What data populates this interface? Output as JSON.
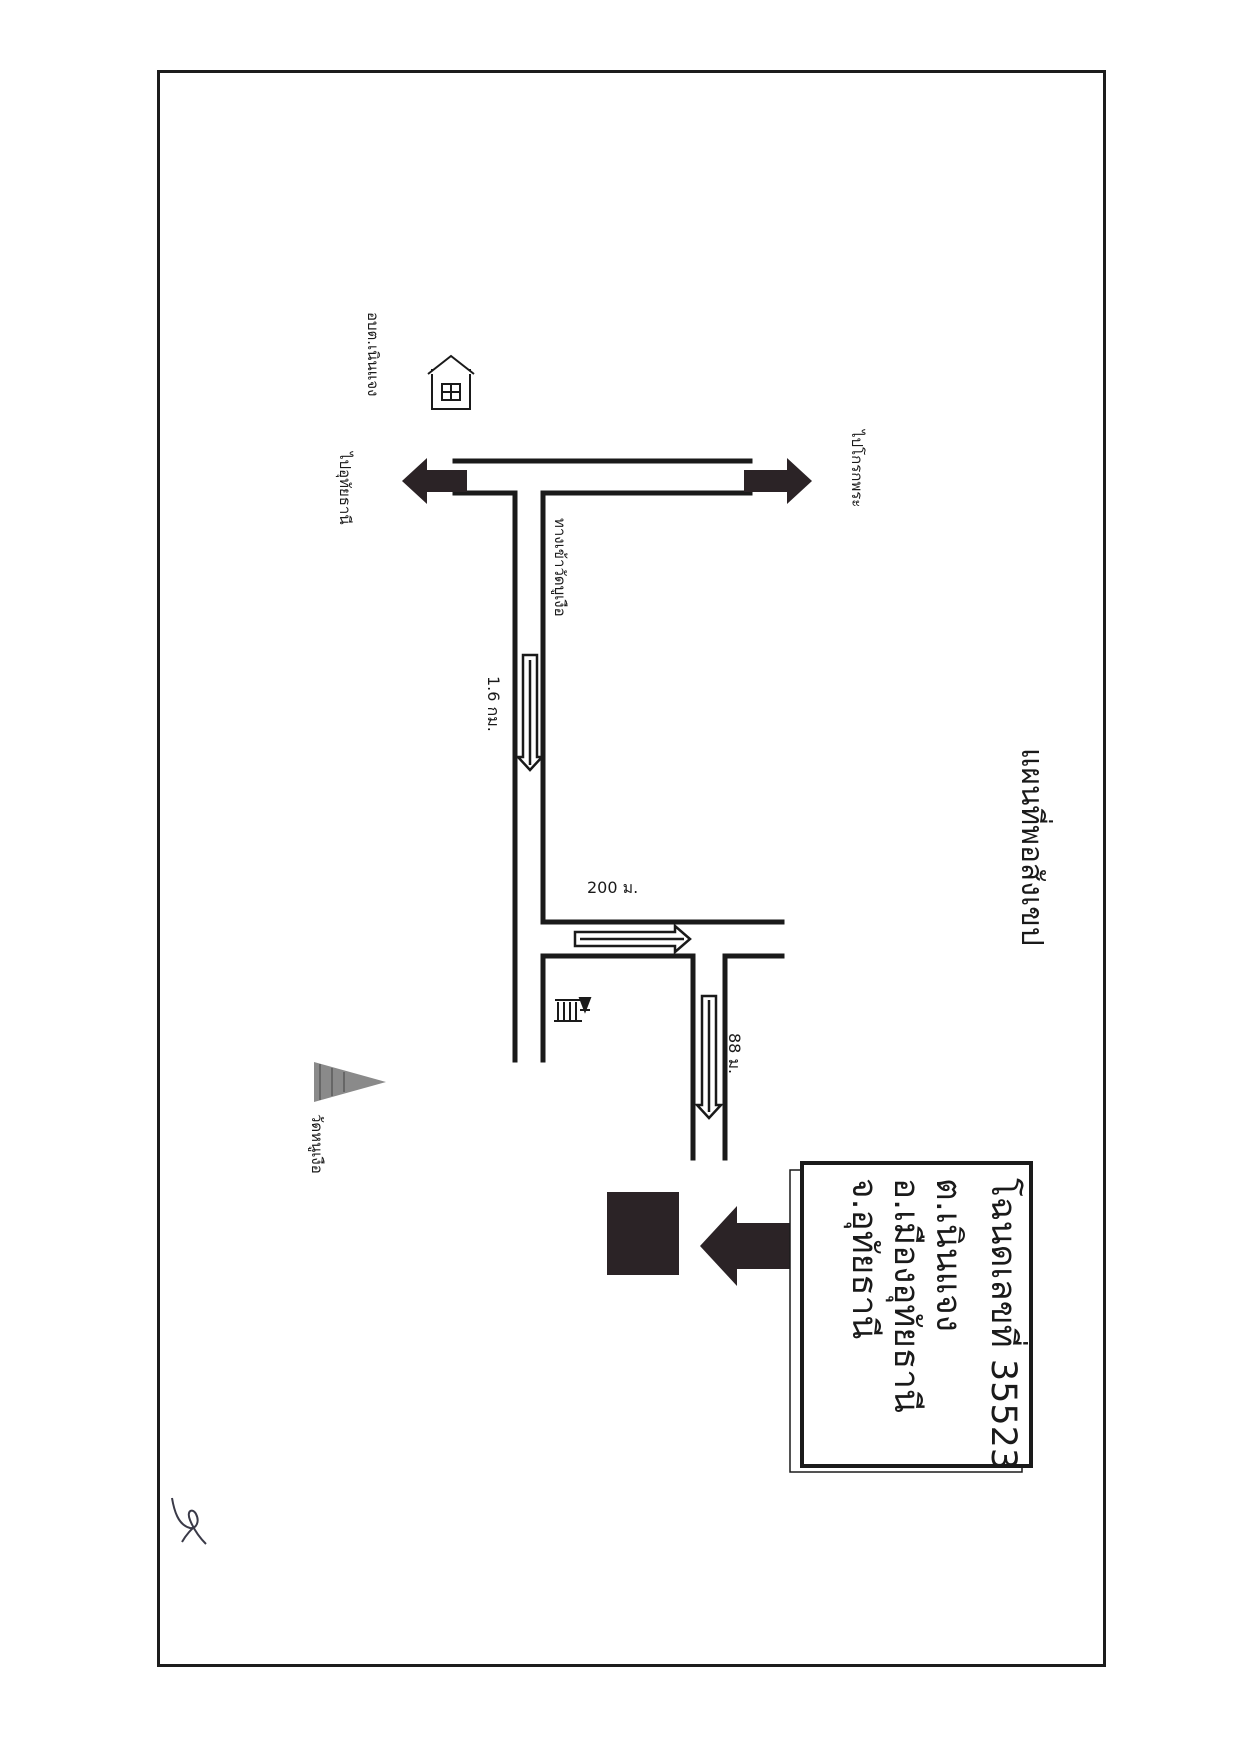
{
  "map": {
    "title": "แผนที่พอสังเขป",
    "destination_box": {
      "lines": [
        "โฉนดเลขที่ 35523",
        "ต.เนินแจง",
        "อ.เมืองอุทัยธานี",
        "จ.อุทัยธานี"
      ]
    },
    "labels": {
      "to_uthai": "ไปอุทัยธานี",
      "to_korakphra": "ไปโกรกพระ",
      "obt": "อบต.เนินแจง",
      "to_wat": "ทางเข้าวัดบูเงือ",
      "wat": "วัดหนูเงือ"
    },
    "distances": {
      "road_1": "1.6 กม.",
      "road_2": "200 ม.",
      "road_3": "88 ม."
    },
    "icons": {
      "house": "house-icon",
      "shrine": "shrine-icon",
      "pagoda": "pagoda-icon",
      "land_plot": "land-plot-icon",
      "signature": "signature-mark"
    },
    "colors": {
      "ink": "#1a1a1a",
      "paper": "#ffffff",
      "plot_fill": "#2b2326"
    }
  }
}
